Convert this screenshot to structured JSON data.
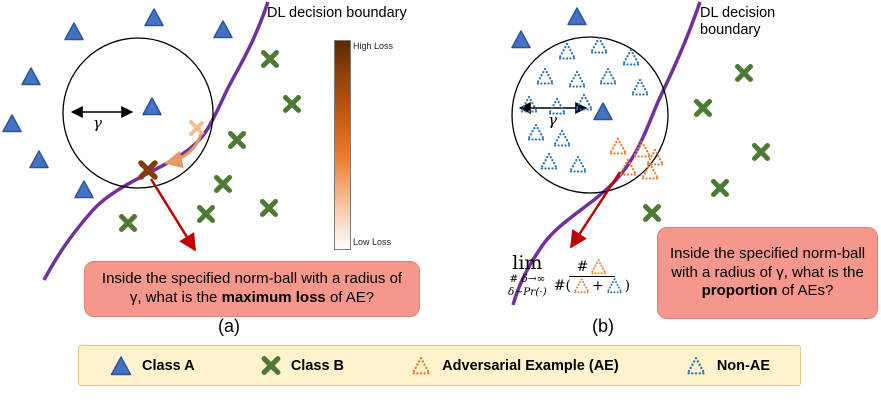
{
  "panel_a": {
    "boundary_label": "DL decision boundary",
    "gamma_label": "γ",
    "colorbar": {
      "high_label": "High Loss",
      "low_label": "Low Loss"
    },
    "callout": {
      "part1": "Inside the specified norm-ball with a radius of γ, what is the ",
      "bold": "maximum loss",
      "part2": " of AE?"
    },
    "panel_label": "(a)"
  },
  "panel_b": {
    "boundary_label": "DL decision boundary",
    "gamma_label": "γ",
    "formula": {
      "lim": "lim",
      "sub1": "# δ→∞",
      "sub2": "δ∼Pr(·)",
      "num_hash": "#",
      "den_open": "#(",
      "plus": "+",
      "close": ")"
    },
    "callout": {
      "part1": "Inside the specified norm-ball with a radius of γ, what is the ",
      "bold": "proportion",
      "part2": " of AEs?"
    },
    "panel_label": "(b)"
  },
  "legend": {
    "items": [
      {
        "label": "Class A"
      },
      {
        "label": "Class B"
      },
      {
        "label": "Adversarial Example (AE)"
      },
      {
        "label": "Non-AE"
      }
    ]
  },
  "colors": {
    "class_a_blue": "#4472C4",
    "class_b_green": "#4E7A35",
    "ae_orange": "#ED7D31",
    "non_ae_blue": "#2E75B6",
    "decision_boundary_purple": "#7030A0",
    "arrow_red": "#C00000",
    "dark_loss_x": "#843C0C",
    "callout_bg": "#F5978C",
    "legend_bg": "#FFF2CC"
  }
}
